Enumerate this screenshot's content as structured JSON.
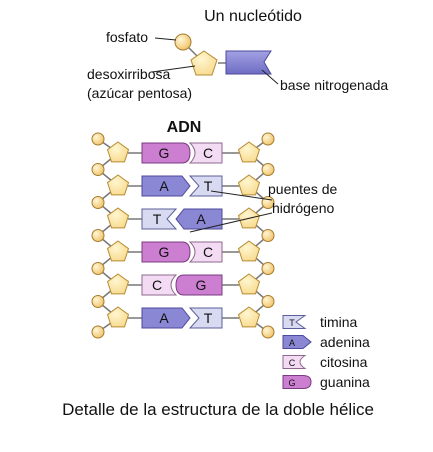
{
  "header": {
    "title": "Un nucleótido"
  },
  "nucleotide": {
    "label_phosphate": "fosfato",
    "label_sugar_1": "desoxirribosa",
    "label_sugar_2": "(azúcar pentosa)",
    "label_base": "base nitrogenada"
  },
  "dna": {
    "title": "ADN",
    "hbond_label_1": "puentes de",
    "hbond_label_2": "hidrógeno",
    "pairs": [
      {
        "left": "G",
        "right": "C"
      },
      {
        "left": "A",
        "right": "T"
      },
      {
        "left": "T",
        "right": "A"
      },
      {
        "left": "G",
        "right": "C"
      },
      {
        "left": "C",
        "right": "G"
      },
      {
        "left": "A",
        "right": "T"
      }
    ]
  },
  "legend": {
    "items": [
      {
        "key": "T",
        "label": "timina"
      },
      {
        "key": "A",
        "label": "adenina"
      },
      {
        "key": "C",
        "label": "citosina"
      },
      {
        "key": "G",
        "label": "guanina"
      }
    ]
  },
  "caption": "Detalle de la estructura de la doble hélice",
  "colors": {
    "phosphate": "#f5d58a",
    "sugar": "#fde6a0",
    "adenine": "#8a88d4",
    "thymine": "#d8daf2",
    "guanine": "#cc7ed0",
    "cytosine": "#f3dcf3",
    "line": "#777777"
  }
}
